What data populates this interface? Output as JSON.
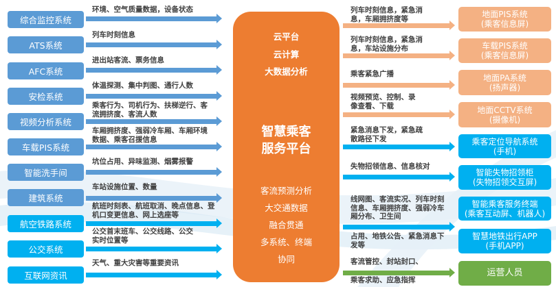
{
  "left_systems": [
    {
      "label": "综合监控系统",
      "info": "环境、空气质量数据，设备状态"
    },
    {
      "label": "ATS系统",
      "info": "列车时刻信息"
    },
    {
      "label": "AFC系统",
      "info": "进出站客流、票务信息"
    },
    {
      "label": "安检系统",
      "info": "体温探测、集中判图、通行人数"
    },
    {
      "label": "视频分析系统",
      "info": "乘客行为、司机行为、扶梯逆行、客流拥挤度、客流人数"
    },
    {
      "label": "车载PIS系统",
      "info": "车厢拥挤度、强弱冷车厢、车厢环境数据、乘客召援信息"
    },
    {
      "label": "智能洗手间",
      "info": "坑位占用、异味监测、烟雾报警"
    },
    {
      "label": "建筑系统",
      "info": "车站设施位置、数量"
    },
    {
      "label": "航空铁路系统",
      "info": "航班时刻表、航班取消、晚点信息、登机口变更信息、网上选座等"
    },
    {
      "label": "公交系统",
      "info": "公交首末班车、公交线路、公交实时位置等"
    },
    {
      "label": "互联网资讯",
      "info": "天气、重大灾害等重要资讯"
    }
  ],
  "center": {
    "top": [
      "云平台",
      "云计算",
      "大数据分析"
    ],
    "title_line1": "智慧乘客",
    "title_line2": "服务平台",
    "bottom": [
      "客流预测分析",
      "大交通数据",
      "融合贯通",
      "多系统、终端",
      "协同"
    ]
  },
  "right_info": [
    "列车时刻信息，紧急消息，车厢拥挤度等",
    "列车时刻信息，紧急消息，车站设施分布",
    "乘客紧急广播",
    "视频预览、控制、录像查看、下载",
    "紧急消息下发，紧急疏散路径下发",
    "失物招领信息、信息核对",
    "线网图、客流实况、列车时刻信息、车厢拥挤度、强弱冷车厢分布、卫生间",
    "占用、地铁公告、紧急消息下发等",
    "客流管控、封站封口、",
    "乘客求助、应急指挥"
  ],
  "right_targets": [
    {
      "line1": "地面PIS系统",
      "line2": "(乘客信息屏)"
    },
    {
      "line1": "车载PIS系统",
      "line2": "(乘客信息屏)"
    },
    {
      "line1": "地面PA系统",
      "line2": "(扬声器)"
    },
    {
      "line1": "地面CCTV系统",
      "line2": "(摄像机)"
    },
    {
      "line1": "乘客定位导航系统",
      "line2": "(手机)"
    },
    {
      "line1": "智能失物招领柜",
      "line2": "(失物招领交互屏)"
    },
    {
      "line1": "智能乘客服务终端",
      "line2": "(乘客互动屏、机器人)"
    },
    {
      "line1": "智慧地铁出行APP",
      "line2": "(手机APP)"
    },
    {
      "line1": "运营人员"
    }
  ]
}
